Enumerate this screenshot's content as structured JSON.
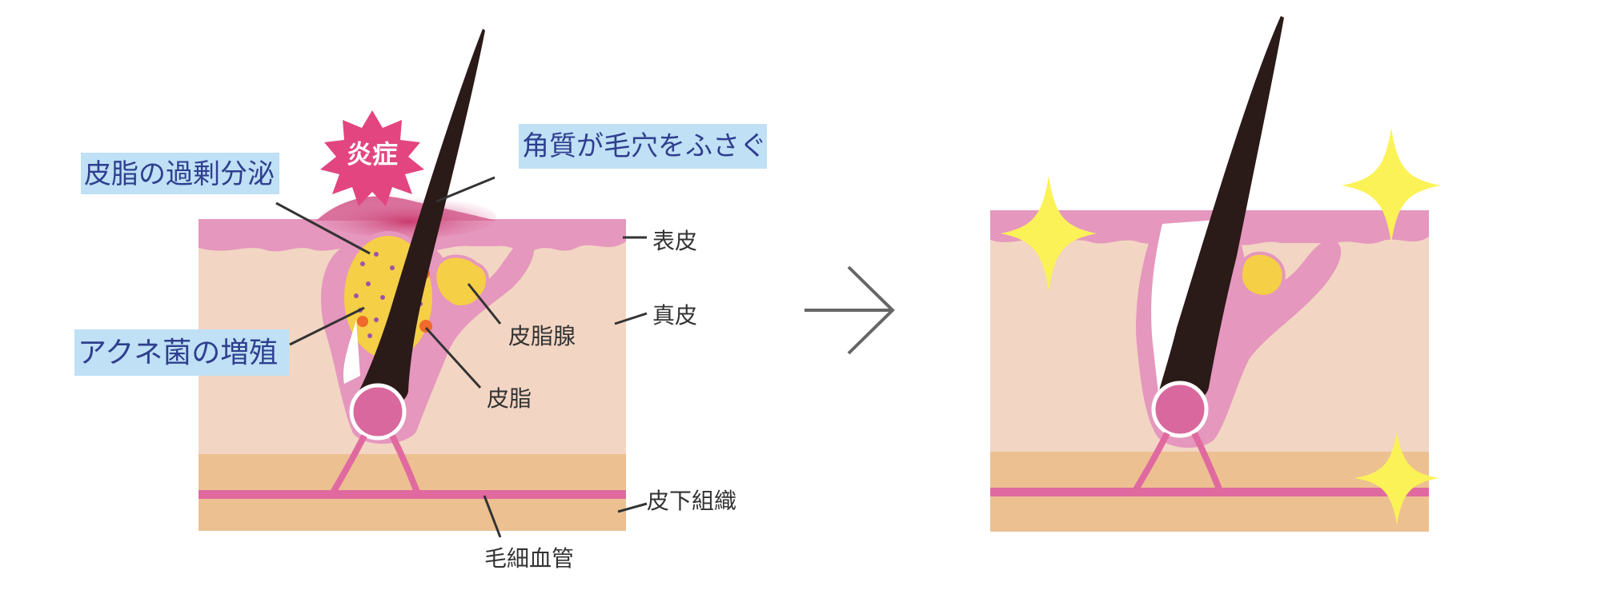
{
  "before": {
    "inflammation_label": "炎症",
    "highlight_labels": {
      "excess_sebum": "皮脂の過剰分泌",
      "acne_bacteria": "アクネ菌の増殖",
      "pore_clogging": "角質が毛穴をふさぐ"
    },
    "layer_labels": {
      "epidermis": "表皮",
      "dermis": "真皮",
      "subcutaneous": "皮下組織",
      "capillary": "毛細血管"
    },
    "gland_labels": {
      "sebaceous_gland": "皮脂腺",
      "sebum": "皮脂"
    }
  },
  "colors": {
    "epidermis": "#e597bd",
    "dermis": "#f2d5c3",
    "subcutaneous": "#edc091",
    "vessel": "#e06aa0",
    "hair": "#2a1a18",
    "bulb": "#d9689e",
    "sebum": "#f5cf45",
    "highlight": "#bfe0f5",
    "inflammation": "#e2457f",
    "sparkle": "#fbf257",
    "arrow": "#666666"
  }
}
